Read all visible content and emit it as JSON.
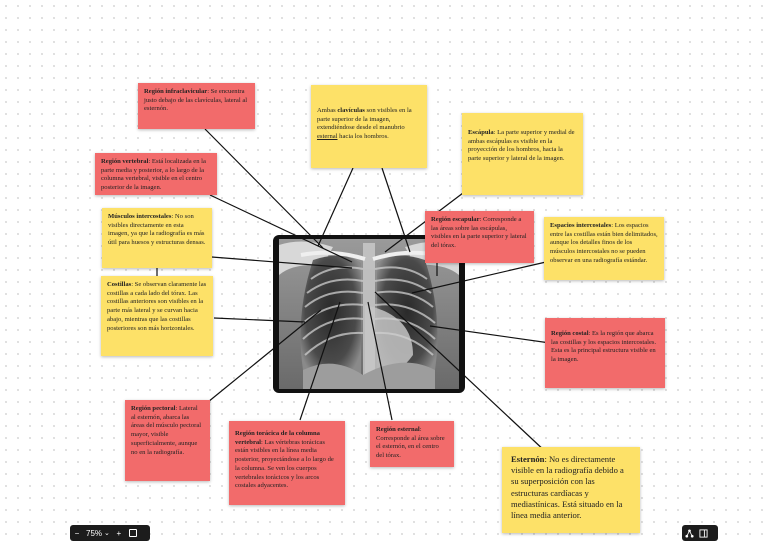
{
  "notes": {
    "infraclavicular": {
      "title": "Región infraclavicular",
      "text": ": Se encuentra justo debajo de las clavículas, lateral al esternón."
    },
    "clavicles": {
      "pre": "Ambas ",
      "bold": "clavículas",
      "mid": " son visibles en la parte superior de la imagen, extendiéndose desde el manubrio ",
      "under": "esternal",
      "post": " hacia los hombros."
    },
    "scapula": {
      "title": "Escápula",
      "text": ": La parte superior y medial de ambas escápulas es visible en la proyección de los hombros, hacia la parte superior y lateral de la imagen."
    },
    "vertebral": {
      "title": "Región vertebral",
      "text": ": Está localizada en la parte media y posterior, a lo largo de la columna vertebral, visible en el centro posterior de la imagen."
    },
    "intercostal_muscles": {
      "title": "Músculos intercostales",
      "text": ": No son visibles directamente en esta imagen, ya que la radiografía es más útil para huesos y estructuras densas."
    },
    "scapular_region": {
      "title": "Región escapular",
      "text": ": Corresponde a las áreas sobre las escápulas, visibles en la parte superior y lateral del tórax."
    },
    "intercostal_spaces": {
      "title": "Espacios intercostales",
      "text": ": Los espacios entre las costillas están bien delimitados, aunque los detalles finos de los músculos intercostales no se pueden observar en una radiografía estándar."
    },
    "ribs": {
      "title": "Costillas",
      "text": ": Se observan claramente las costillas a cada lado del tórax. Las costillas anteriores son visibles en la parte más lateral y se curvan hacia abajo, mientras que las costillas posteriores son más horizontales."
    },
    "costal": {
      "title": "Región costal",
      "text": ": Es la región que abarca las costillas y los espacios intercostales. Esta es la principal estructura visible en la imagen."
    },
    "pectoral": {
      "title": "Región pectoral",
      "text": ": Lateral al esternón, abarca las áreas del músculo pectoral mayor, visible superficialmente, aunque no en la radiografía."
    },
    "thoracic_spine": {
      "title": "Región torácica de la columna vertebral",
      "text": ": Las vértebras torácicas están visibles en la línea media posterior, proyectándose a lo largo de la columna. Se ven los cuerpos vertebrales torácicos y los arcos costales adyacentes."
    },
    "sternal": {
      "title": "Región esternal",
      "text": ": Corresponde al área sobre el esternón, en el centro del tórax."
    },
    "sternum": {
      "title": "Esternón",
      "text": ": No es directamente visible en la radiografía debido a su superposición con las estructuras cardíacas y mediastínicas. Está situado en la línea media anterior."
    }
  },
  "toolbar": {
    "zoom_out": "−",
    "zoom": "75%",
    "zoom_in": "+",
    "chevron": "⌄"
  },
  "colors": {
    "red_note": "#f26b6b",
    "yellow_note": "#fde168",
    "toolbar": "#1c1c1c"
  }
}
